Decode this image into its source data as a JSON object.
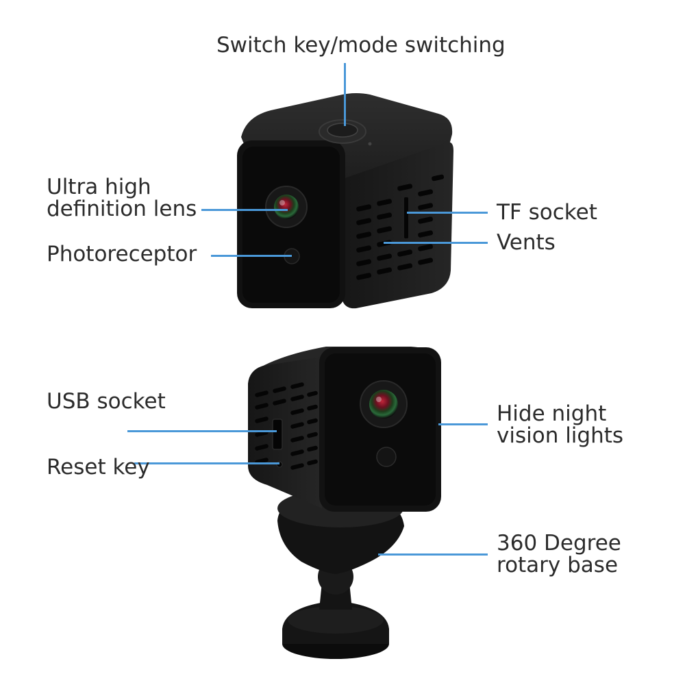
{
  "colors": {
    "leader": "#4a98d8",
    "text": "#2b2b2b",
    "camera_body": "#1a1a1a"
  },
  "callouts": {
    "switch_key": "Switch key/mode switching",
    "lens_line1": "Ultra high",
    "lens_line2": "definition lens",
    "photoreceptor": "Photoreceptor",
    "tf_socket": "TF socket",
    "vents": "Vents",
    "usb_socket": "USB socket",
    "reset_key": "Reset key",
    "night_line1": "Hide night",
    "night_line2": "vision lights",
    "base_line1": "360 Degree",
    "base_line2": "rotary base"
  }
}
